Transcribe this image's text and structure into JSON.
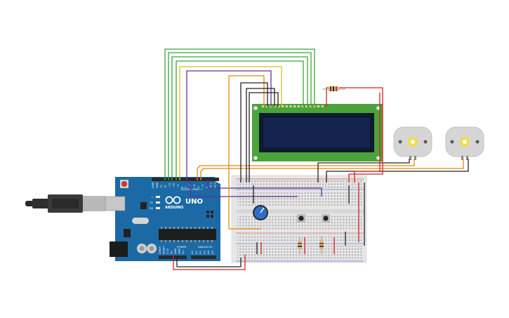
{
  "arduino": {
    "model": "UNO",
    "brand": "ARDUINO",
    "digital_label": "DIGITAL (PWM~)",
    "power_label": "POWER",
    "analog_label": "ANALOG IN",
    "led_labels": [
      "L",
      "TX",
      "RX"
    ],
    "top_pins": [
      "AREF",
      "GND",
      "13",
      "12",
      "~11",
      "~10",
      "~9",
      "8",
      "7",
      "~6",
      "~5",
      "4",
      "~3",
      "2",
      "TX 1",
      "RX 0"
    ],
    "power_pins": [
      "IOREF",
      "RESET",
      "3.3V",
      "5V",
      "GND",
      "GND",
      "Vin"
    ],
    "analog_pins": [
      "A0",
      "A1",
      "A2",
      "A3",
      "A4",
      "A5"
    ]
  },
  "lcd": {
    "type": "16x2 character LCD",
    "pin_count": 16
  },
  "motors": [
    {
      "type": "DC motor"
    },
    {
      "type": "DC motor"
    }
  ],
  "breadboard": {
    "type": "half+ breadboard"
  },
  "components": [
    "potentiometer",
    "pushbutton",
    "pushbutton",
    "resistor",
    "resistor",
    "resistor"
  ],
  "colors": {
    "board": "#1b6aa5",
    "lcd_pcb": "#4ba33b",
    "lcd_screen": "#14244f",
    "wire_green": "#3ba53b",
    "wire_yellow": "#d8c01c",
    "wire_purple": "#6a2d93",
    "wire_orange": "#e8870f",
    "wire_black": "#222222",
    "wire_red": "#d81f1f"
  }
}
